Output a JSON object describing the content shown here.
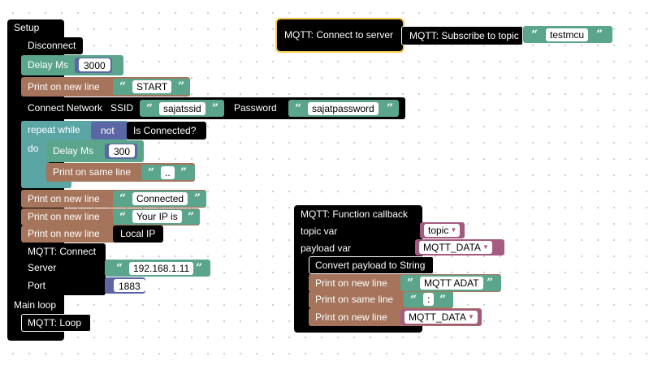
{
  "setup": {
    "label": "Setup",
    "disconnect": "Disconnect",
    "delay1": {
      "label": "Delay Ms",
      "value": "3000"
    },
    "print1": {
      "label": "Print on new line",
      "value": "START"
    },
    "connect": {
      "label": "Connect Network",
      "ssid_label": "SSID",
      "ssid": "sajatssid",
      "password_label": "Password",
      "password": "sajatpassword"
    },
    "repeat": {
      "label": "repeat while",
      "not": "not",
      "condition": "Is Connected?",
      "do": "do"
    },
    "delay2": {
      "label": "Delay Ms",
      "value": "300"
    },
    "print_same": {
      "label": "Print on same line",
      "value": ".."
    },
    "print2": {
      "label": "Print on new line",
      "value": "Connected"
    },
    "print3": {
      "label": "Print on new line",
      "value": "Your IP is"
    },
    "print4": {
      "label": "Print on new line",
      "value": "Local IP"
    },
    "mqtt_connect": {
      "label": "MQTT: Connect",
      "server_label": "Server",
      "server": "192.168.1.11",
      "port_label": "Port",
      "port": "1883"
    }
  },
  "main_loop": {
    "label": "Main loop",
    "mqtt_loop": "MQTT: Loop"
  },
  "connect_server": {
    "label": "MQTT: Connect to server",
    "subscribe": "MQTT: Subscribe to topic",
    "topic": "testmcu"
  },
  "callback": {
    "label": "MQTT: Function callback",
    "topic_label": "topic var",
    "topic_var": "topic",
    "payload_label": "payload var",
    "payload_var": "MQTT_DATA",
    "convert": "Convert payload to String",
    "print1": {
      "label": "Print on new line",
      "value": "MQTT ADAT"
    },
    "print_same": {
      "label": "Print on same line",
      "value": ":"
    },
    "print2": {
      "label": "Print on new line",
      "var": "MQTT_DATA"
    }
  },
  "colors": {
    "black": "#000000",
    "green": "#5ba58c",
    "brown": "#a5745b",
    "teal": "#5ba5a5",
    "blue": "#5b67a5",
    "pink": "#a55b80",
    "highlight": "#f2c94c"
  }
}
